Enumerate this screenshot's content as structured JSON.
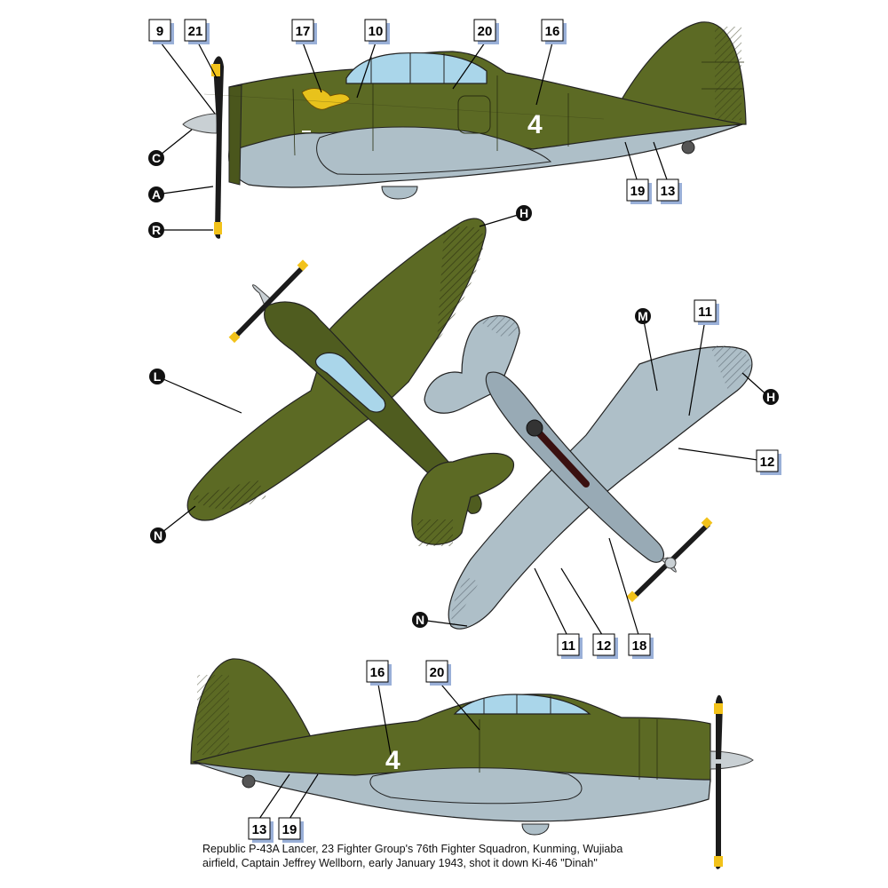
{
  "colors": {
    "olive": "#5c6a24",
    "grey": "#aebfc8",
    "canopy": "#aad6ea",
    "spinner": "#c9d0d4",
    "prop_tip": "#f2c21a",
    "emblem": "#e8c21c",
    "marker_fill": "#ffffff",
    "marker_shadow": "#9ab0d8",
    "circle_fill": "#111111"
  },
  "aircraft_number": "4",
  "callouts": {
    "top": {
      "c9": "9",
      "c21": "21",
      "c17": "17",
      "c10": "10",
      "c20": "20",
      "c16": "16",
      "c19": "19",
      "c13": "13",
      "cC": "C",
      "cA": "A",
      "cR": "R"
    },
    "plan": {
      "cH": "H",
      "cL": "L",
      "cN": "N"
    },
    "under": {
      "cM": "M",
      "c11a": "11",
      "cH": "H",
      "c12a": "12",
      "cN": "N",
      "c11b": "11",
      "c12b": "12",
      "c18": "18"
    },
    "bottom": {
      "c16": "16",
      "c20": "20",
      "c13": "13",
      "c19": "19"
    }
  },
  "caption": {
    "line1": "Republic P-43A Lancer, 23 Fighter Group's 76th Fighter Squadron, Kunming, Wujiaba",
    "line2": "airfield, Captain Jeffrey Wellborn, early January 1943, shot it down  Ki-46 \"Dinah\""
  }
}
